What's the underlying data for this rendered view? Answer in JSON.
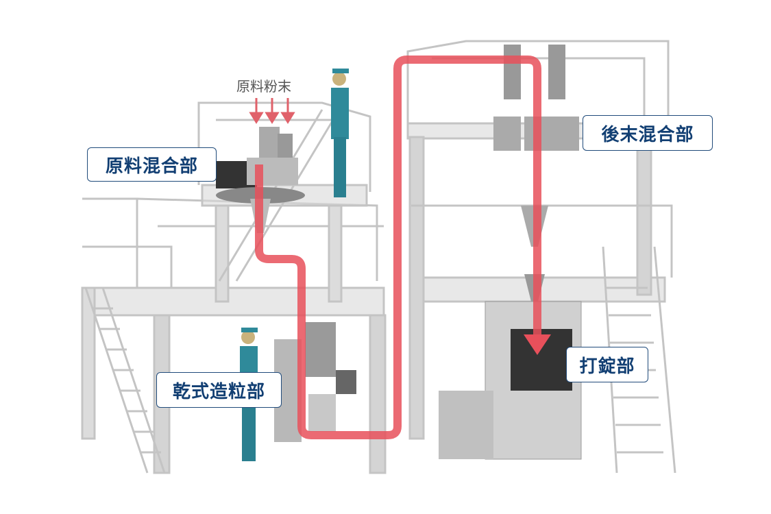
{
  "input_material": "原料粉末",
  "sections": {
    "raw_mixing": "原料混合部",
    "dry_granulation": "乾式造粒部",
    "post_mixing": "後末混合部",
    "tableting": "打錠部"
  },
  "colors": {
    "label_text": "#123f73",
    "label_border": "#1f4a7a",
    "flow": "#e8505b",
    "structure": "#c8c8c8"
  }
}
